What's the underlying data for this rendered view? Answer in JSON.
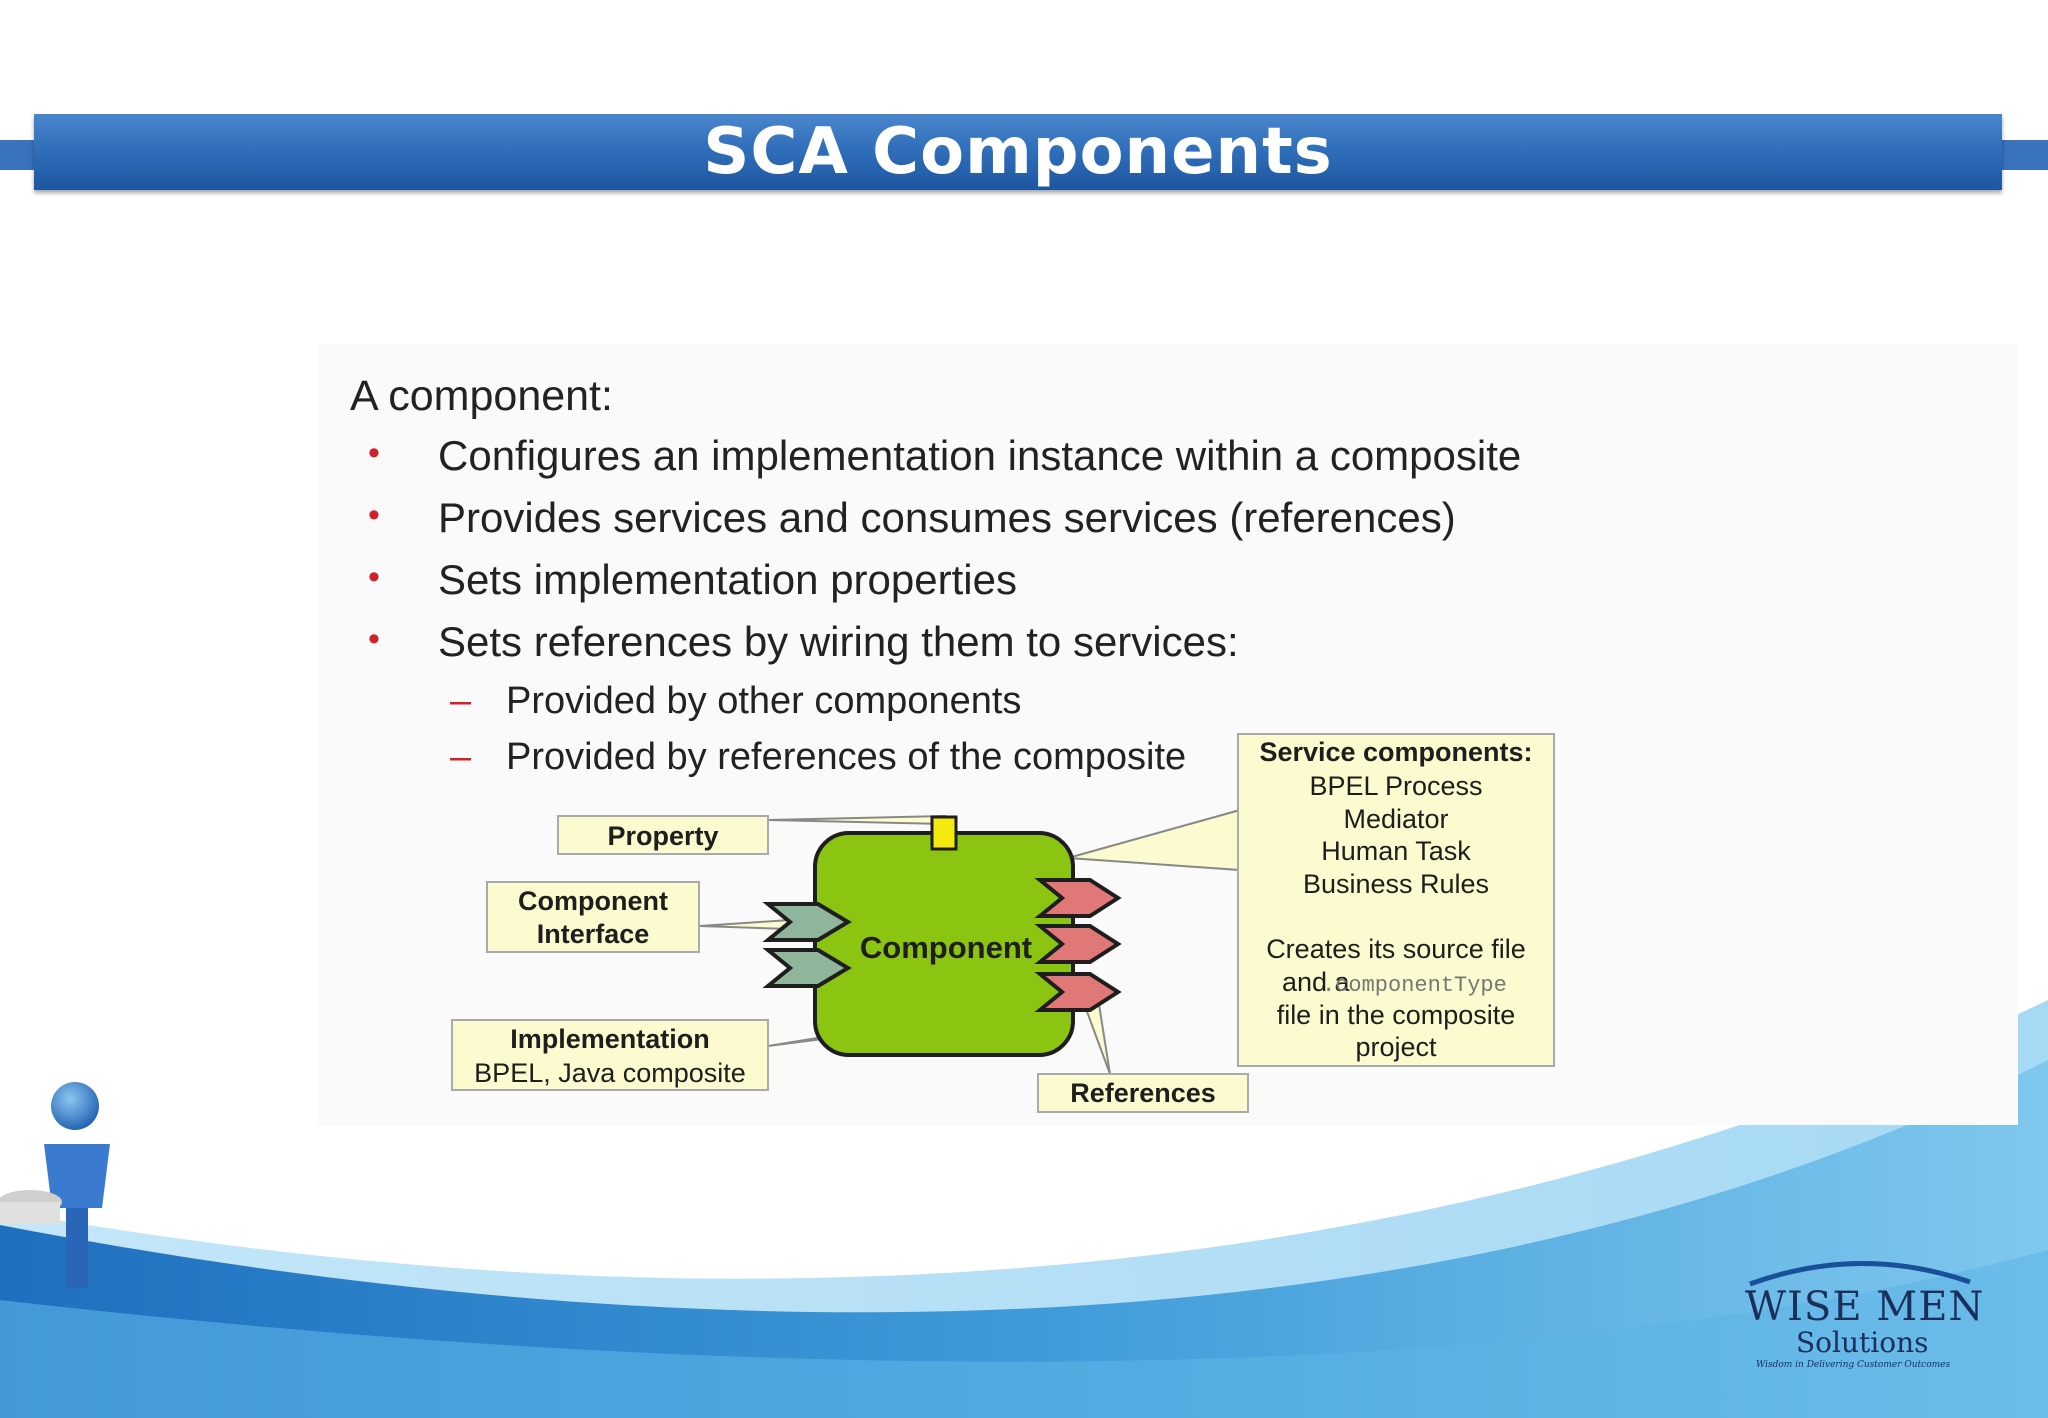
{
  "slide": {
    "title": "SCA Components",
    "intro": "A component:",
    "bullets": [
      "Configures an implementation instance within a composite",
      "Provides services and consumes services (references)",
      "Sets implementation properties",
      "Sets references by wiring them to services:"
    ],
    "sub_bullets": [
      "Provided by other components",
      "Provided by references of the composite"
    ],
    "bullet_marker": "•",
    "sub_marker": "–"
  },
  "diagram": {
    "component_label": "Component",
    "property_label": "Property",
    "interface_label_line1": "Component",
    "interface_label_line2": "Interface",
    "implementation_label_line1": "Implementation",
    "implementation_label_line2": "BPEL, Java composite",
    "references_label": "References",
    "service_title": "Service components:",
    "service_items": [
      "BPEL Process",
      "Mediator",
      "Human Task",
      "Business Rules"
    ],
    "source_line1": "Creates its source file",
    "source_line2_prefix": "and a",
    "source_line2_code": ".componentType",
    "source_line3": "file in the composite",
    "source_line4": "project"
  },
  "logo": {
    "line1": "WISE MEN",
    "line2": "Solutions",
    "tagline": "Wisdom in Delivering Customer Outcomes"
  },
  "colors": {
    "title_bar": "#2e6db8",
    "bullet_marker": "#d0202a",
    "component_fill": "#8cc412",
    "reference_fill": "#e07878",
    "interface_fill": "#8fb59a",
    "callout_fill": "#fbfbcf",
    "wave_blue": "#3e9ad8"
  }
}
